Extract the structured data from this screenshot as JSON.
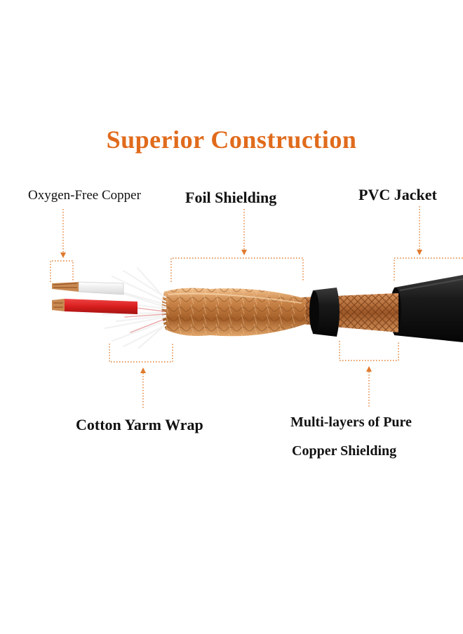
{
  "title": "Superior Construction",
  "labels": {
    "oxygen_free_copper": "Oxygen-Free Copper",
    "foil_shielding": "Foil Shielding",
    "pvc_jacket": "PVC Jacket",
    "cotton_wrap": "Cotton Yarm Wrap",
    "copper_shielding_line1": "Multi-layers of Pure",
    "copper_shielding_line2": "Copper Shielding"
  },
  "colors": {
    "title": "#e06b1c",
    "leader_lines": "#e07a2e",
    "jacket": "#141414",
    "copper": "#c9864f",
    "red_core": "#d81e1e"
  }
}
